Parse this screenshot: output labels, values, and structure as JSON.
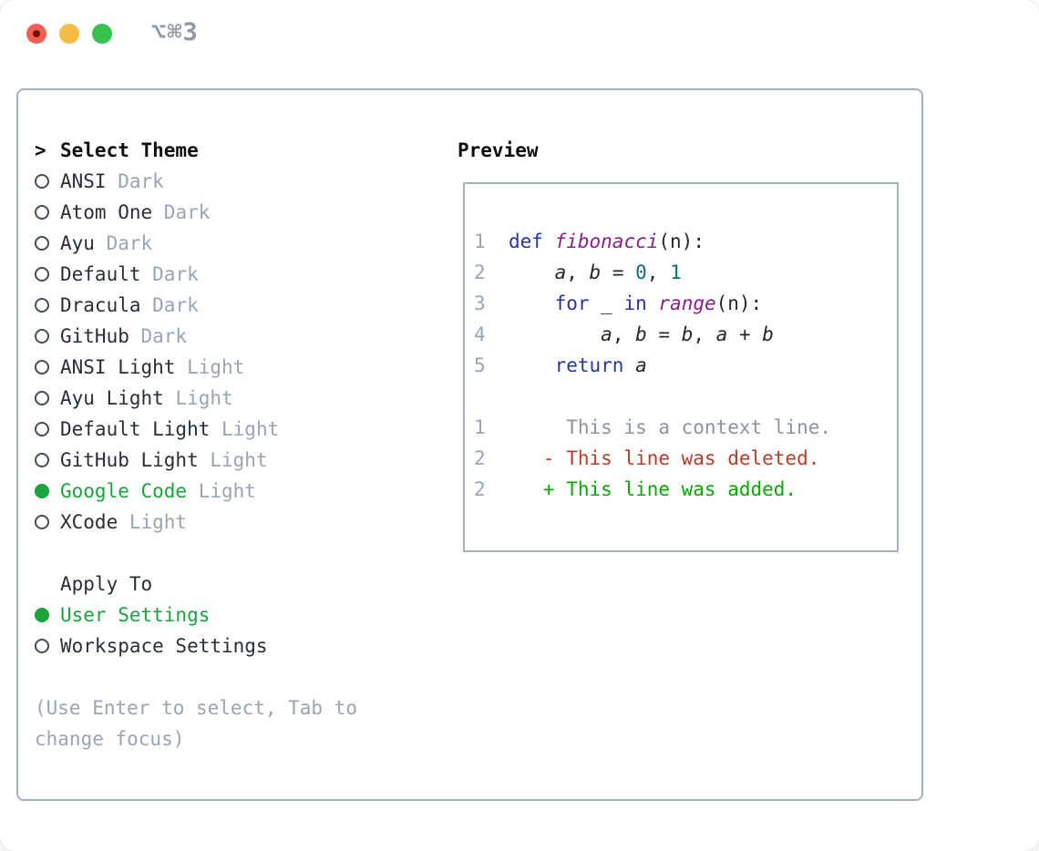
{
  "window": {
    "title": "⌥⌘3",
    "traffic_lights": {
      "close": "red",
      "minimize": "yellow",
      "zoom": "green"
    }
  },
  "theme_selector": {
    "header_prefix": ">",
    "header": "Select Theme",
    "themes": [
      {
        "name": "ANSI",
        "variant": "Dark",
        "selected": false
      },
      {
        "name": "Atom One",
        "variant": "Dark",
        "selected": false
      },
      {
        "name": "Ayu",
        "variant": "Dark",
        "selected": false
      },
      {
        "name": "Default",
        "variant": "Dark",
        "selected": false
      },
      {
        "name": "Dracula",
        "variant": "Dark",
        "selected": false
      },
      {
        "name": "GitHub",
        "variant": "Dark",
        "selected": false
      },
      {
        "name": "ANSI Light",
        "variant": "Light",
        "selected": false
      },
      {
        "name": "Ayu Light",
        "variant": "Light",
        "selected": false
      },
      {
        "name": "Default Light",
        "variant": "Light",
        "selected": false
      },
      {
        "name": "GitHub Light",
        "variant": "Light",
        "selected": false
      },
      {
        "name": "Google Code",
        "variant": "Light",
        "selected": true
      },
      {
        "name": "XCode",
        "variant": "Light",
        "selected": false
      }
    ]
  },
  "apply_to": {
    "header": "Apply To",
    "options": [
      {
        "label": "User Settings",
        "selected": true
      },
      {
        "label": "Workspace Settings",
        "selected": false
      }
    ]
  },
  "help_text": "(Use Enter to select, Tab to change focus)",
  "preview": {
    "header": "Preview",
    "lines": [
      {
        "num": "1",
        "tokens": [
          [
            "kw",
            "def"
          ],
          [
            "pl",
            " "
          ],
          [
            "fn",
            "fibonacci"
          ],
          [
            "pl",
            "(n):"
          ]
        ]
      },
      {
        "num": "2",
        "tokens": [
          [
            "pl",
            "    "
          ],
          [
            "var",
            "a"
          ],
          [
            "pl",
            ", "
          ],
          [
            "var",
            "b"
          ],
          [
            "pl",
            " = "
          ],
          [
            "num",
            "0"
          ],
          [
            "pl",
            ", "
          ],
          [
            "num",
            "1"
          ]
        ]
      },
      {
        "num": "3",
        "tokens": [
          [
            "pl",
            "    "
          ],
          [
            "kw",
            "for"
          ],
          [
            "pl",
            " _ "
          ],
          [
            "kw",
            "in"
          ],
          [
            "pl",
            " "
          ],
          [
            "fn",
            "range"
          ],
          [
            "pl",
            "(n):"
          ]
        ]
      },
      {
        "num": "4",
        "tokens": [
          [
            "pl",
            "        "
          ],
          [
            "var",
            "a"
          ],
          [
            "pl",
            ", "
          ],
          [
            "var",
            "b"
          ],
          [
            "pl",
            " = "
          ],
          [
            "var",
            "b"
          ],
          [
            "pl",
            ", "
          ],
          [
            "var",
            "a"
          ],
          [
            "pl",
            " + "
          ],
          [
            "var",
            "b"
          ]
        ]
      },
      {
        "num": "5",
        "tokens": [
          [
            "pl",
            "    "
          ],
          [
            "kw",
            "return"
          ],
          [
            "pl",
            " "
          ],
          [
            "var",
            "a"
          ]
        ]
      },
      {
        "num": "",
        "tokens": []
      },
      {
        "num": "1",
        "tokens": [
          [
            "ctx",
            "     This is a context line."
          ]
        ]
      },
      {
        "num": "2",
        "tokens": [
          [
            "del",
            "   - This line was deleted."
          ]
        ]
      },
      {
        "num": "2",
        "tokens": [
          [
            "add",
            "   + This line was added."
          ]
        ]
      }
    ]
  },
  "colors": {
    "selection_green": "#17a63b",
    "diff_added_green": "#00ad00",
    "diff_deleted_red": "#c43a26",
    "keyword_blue": "#2634ad",
    "function_purple": "#8b1f8f",
    "number_teal": "#0d7077",
    "muted_gray": "#9aa5b1",
    "panel_border": "#a9b1bb",
    "text_dark": "#2a2f36"
  }
}
